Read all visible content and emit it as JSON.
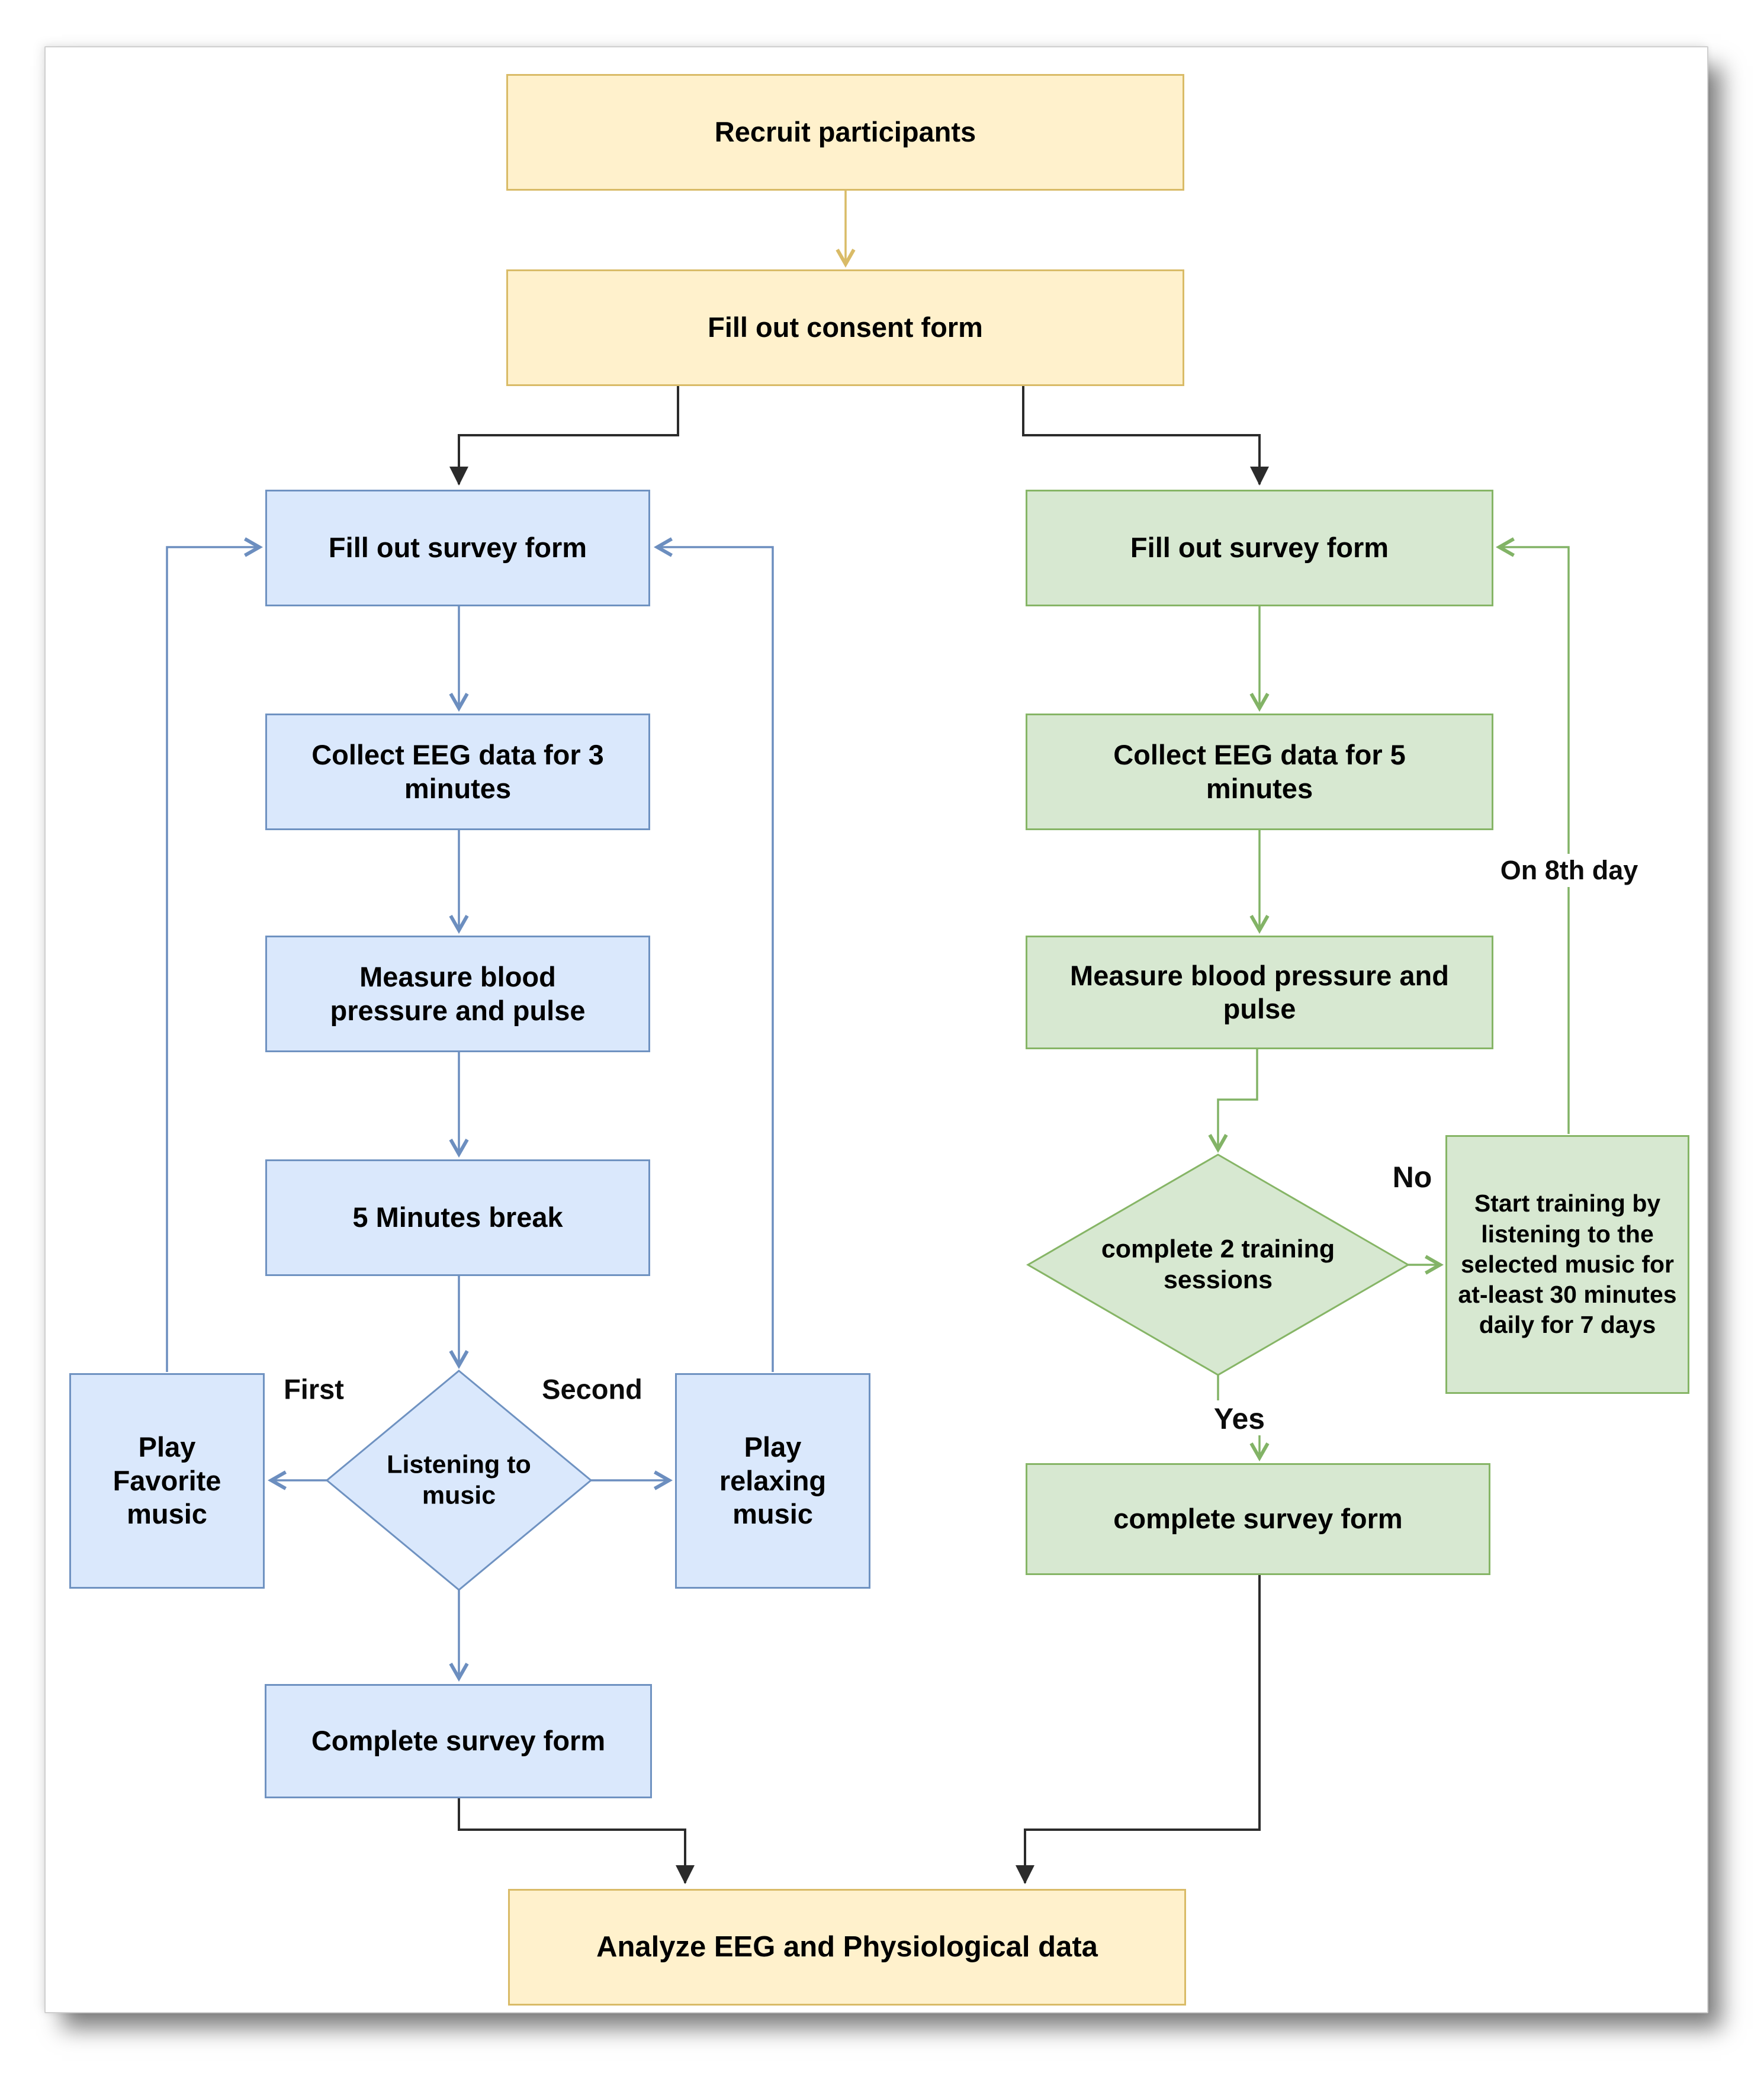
{
  "nodes": {
    "recruit": {
      "label": "Recruit participants"
    },
    "consent": {
      "label": "Fill out consent form"
    },
    "survey_left": {
      "label": "Fill out survey form"
    },
    "eeg3": {
      "label": "Collect EEG data for 3 minutes"
    },
    "bp_left": {
      "label": "Measure blood pressure and pulse"
    },
    "break5": {
      "label": "5 Minutes break"
    },
    "listening": {
      "label": "Listening to music"
    },
    "play_favorite": {
      "label": "Play Favorite music"
    },
    "play_relaxing": {
      "label": "Play relaxing music"
    },
    "complete_left": {
      "label": "Complete survey form"
    },
    "survey_right": {
      "label": "Fill out survey form"
    },
    "eeg5": {
      "label": "Collect EEG data for 5 minutes"
    },
    "bp_right": {
      "label": "Measure blood pressure and pulse"
    },
    "training_check": {
      "label": "complete 2 training sessions"
    },
    "start_training": {
      "label": "Start training by listening to the selected music for at-least 30 minutes daily for 7 days"
    },
    "complete_right": {
      "label": "complete survey form"
    },
    "analyze": {
      "label": "Analyze EEG and Physiological data"
    }
  },
  "edge_labels": {
    "first": "First",
    "second": "Second",
    "yes": "Yes",
    "no": "No",
    "on_8th_day": "On 8th day"
  },
  "colors": {
    "yellow_fill": "#FFF1CC",
    "yellow_border": "#D9BB67",
    "blue_fill": "#DAE8FC",
    "blue_border": "#6F92C1",
    "green_fill": "#D7E8D1",
    "green_border": "#86B566",
    "black_line": "#2b2b2b"
  }
}
